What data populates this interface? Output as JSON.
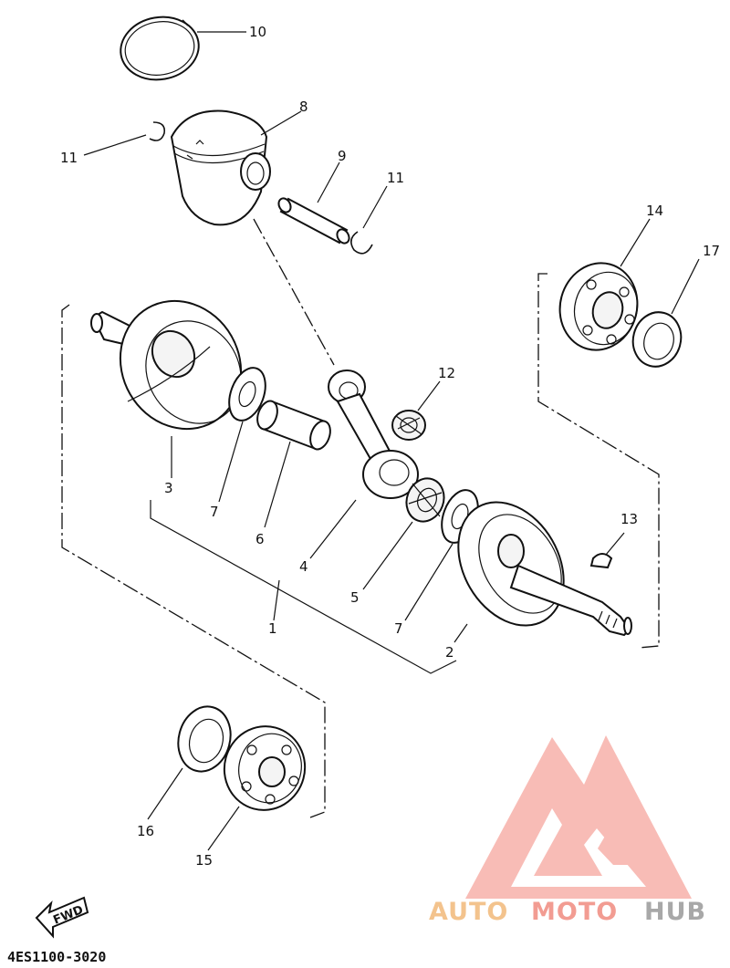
{
  "diagram_code": "4ES1100-3020",
  "fwd_label": "FWD",
  "logo": {
    "auto": "AUTO",
    "moto": "MOTO",
    "hub": "HUB",
    "triangle_color": "#f08b80",
    "auto_color": "#f2b97a",
    "hub_color": "#9a9a9a"
  },
  "part_numbers": {
    "p1": "1",
    "p2": "2",
    "p3": "3",
    "p4": "4",
    "p5": "5",
    "p6": "6",
    "p7a": "7",
    "p7b": "7",
    "p8": "8",
    "p9": "9",
    "p10": "10",
    "p11a": "11",
    "p11b": "11",
    "p12": "12",
    "p13": "13",
    "p14": "14",
    "p15": "15",
    "p16": "16",
    "p17": "17"
  }
}
